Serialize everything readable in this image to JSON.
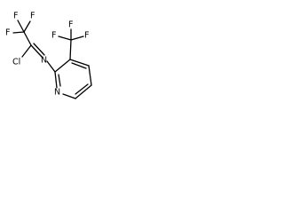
{
  "molecule": {
    "atoms": {
      "f_top_left": "F",
      "f_top_mid": "F",
      "f_left": "F",
      "cl": "Cl",
      "n_imine": "N",
      "n_ring": "N",
      "f_cf3_left": "F",
      "f_cf3_mid": "F",
      "f_cf3_right": "F"
    }
  }
}
